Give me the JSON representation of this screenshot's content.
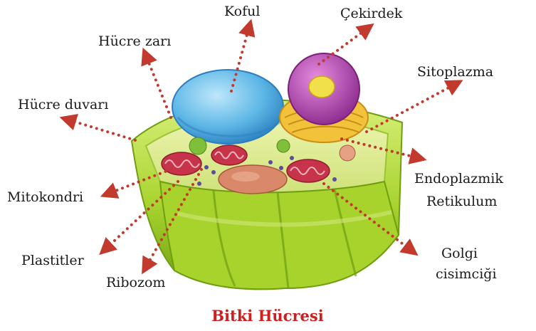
{
  "title": "Bitki Hücresi",
  "colors": {
    "title": "#cc1f1f",
    "arrow": "#c23a2e",
    "wall_outer": "#8fc21c",
    "wall_light": "#cde86a",
    "vacuole": "#5db7e6",
    "nucleus": "#b43fb0",
    "nucleolus": "#f1e04a",
    "golgi": "#f2c33a",
    "mitochondria": "#c7344a",
    "plastid": "#d9886a"
  },
  "labels": {
    "koful": "Koful",
    "cekirdek": "Çekirdek",
    "hucre_zari": "Hücre zarı",
    "sitoplazma": "Sitoplazma",
    "hucre_duvari": "Hücre duvarı",
    "endoplazmik_1": "Endoplazmik",
    "endoplazmik_2": "Retikulum",
    "mitokondri": "Mitokondri",
    "plastitler": "Plastitler",
    "golgi_1": "Golgi",
    "golgi_2": "cisimciği",
    "ribozom": "Ribozom"
  }
}
